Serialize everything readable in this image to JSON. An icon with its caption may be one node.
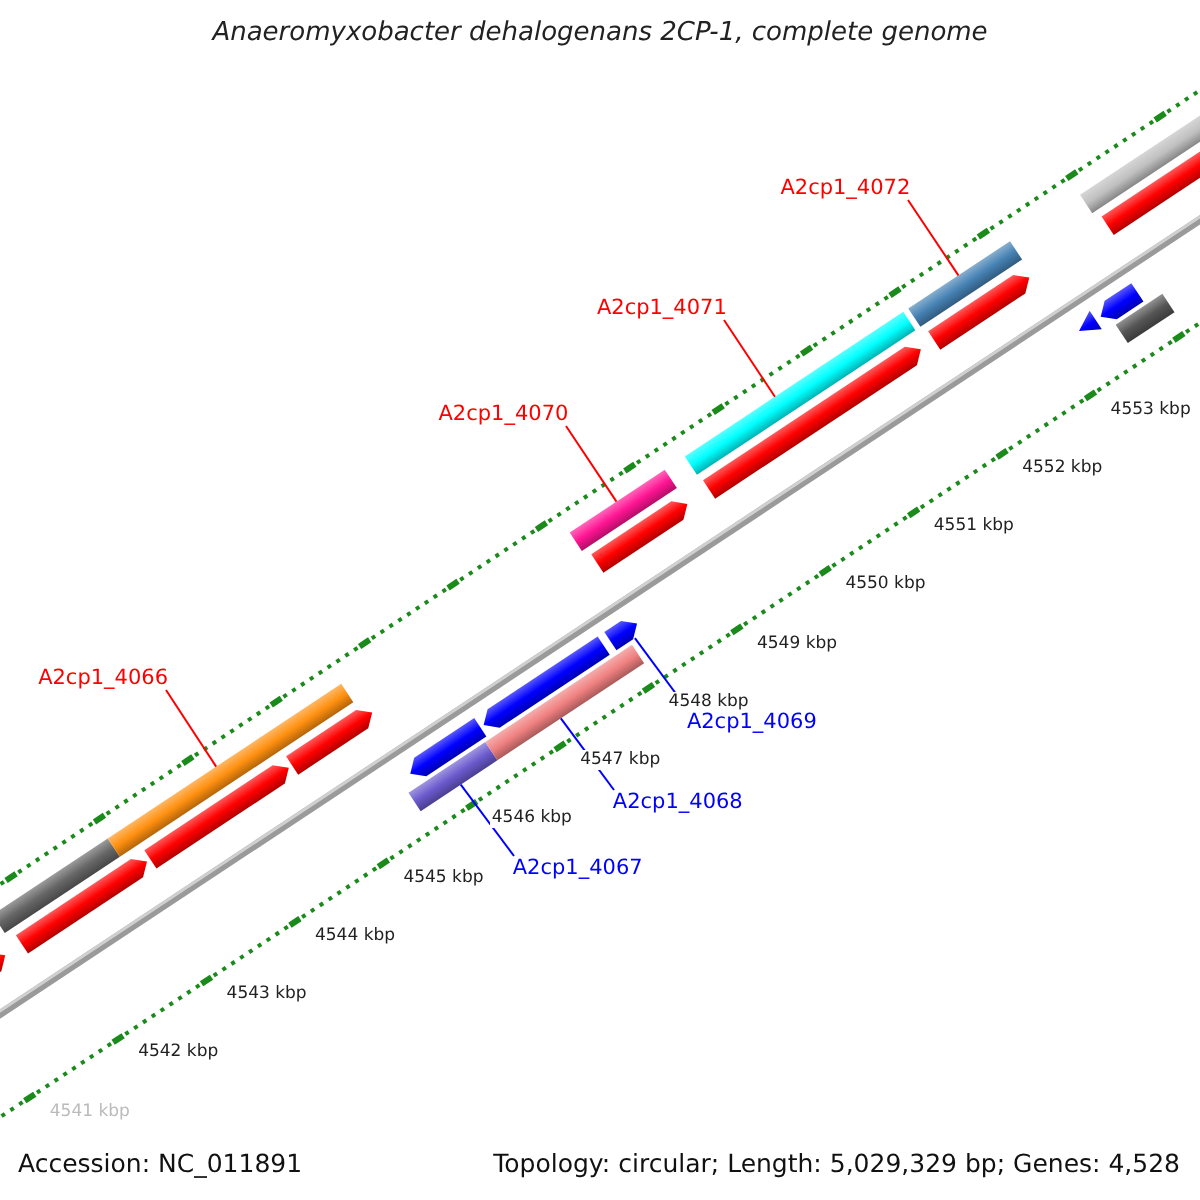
{
  "diagram": {
    "title": "Anaeromyxobacter dehalogenans 2CP-1, complete genome",
    "nodes": [
      {
        "text": [
          "A2cp1_4072"
        ]
      },
      {
        "text": [
          "A2cp1_4071"
        ]
      },
      {
        "text": [
          "A2cp1_4070"
        ]
      },
      {
        "text": [
          "A2cp1_4066"
        ]
      },
      {
        "text": [
          "A2cp1_4069"
        ]
      },
      {
        "text": [
          "A2cp1_4068"
        ]
      },
      {
        "text": [
          "A2cp1_4067"
        ]
      },
      {
        "text": [],
        "shape": "arrow"
      },
      {
        "text": [],
        "shape": "bar"
      },
      {
        "text": [],
        "shape": "arrow"
      },
      {
        "text": [],
        "shape": "bar"
      },
      {
        "text": [],
        "shape": "arrow"
      },
      {
        "text": [],
        "shape": "arrow"
      },
      {
        "text": [],
        "shape": "bar"
      },
      {
        "text": [],
        "shape": "arrow"
      },
      {
        "text": [],
        "shape": "bar"
      },
      {
        "text": [],
        "shape": "arrow"
      },
      {
        "text": [],
        "shape": "arrow"
      },
      {
        "text": [],
        "shape": "bar"
      },
      {
        "text": [],
        "shape": "arrow"
      },
      {
        "text": [],
        "shape": "bar"
      },
      {
        "text": [],
        "shape": "arrow"
      },
      {
        "text": [],
        "shape": "bar"
      },
      {
        "text": [],
        "shape": "arrow"
      },
      {
        "text": [],
        "shape": "triangle"
      },
      {
        "text": [],
        "shape": "arrow"
      },
      {
        "text": [],
        "shape": "bar"
      },
      {
        "text": [],
        "shape": "bar"
      },
      {
        "text": [],
        "shape": "arrow"
      }
    ],
    "edges": [
      {
        "from": 0,
        "to": 22,
        "arrow": "none"
      },
      {
        "from": 1,
        "to": 20,
        "arrow": "none"
      },
      {
        "from": 2,
        "to": 18,
        "arrow": "none"
      },
      {
        "from": 3,
        "to": 10,
        "arrow": "none"
      },
      {
        "from": 4,
        "to": 17,
        "arrow": "none",
        "color": "#0000ff"
      },
      {
        "from": 5,
        "to": 15,
        "arrow": "none",
        "color": "#0000ff"
      },
      {
        "from": 6,
        "to": 13,
        "arrow": "none",
        "color": "#0000ff"
      }
    ],
    "labels": [
      "4553 kbp",
      "4552 kbp",
      "4551 kbp",
      "4550 kbp",
      "4549 kbp",
      "4548 kbp",
      "4547 kbp",
      "4546 kbp",
      "4545 kbp",
      "4544 kbp",
      "4543 kbp",
      "4542 kbp",
      "4541 kbp",
      "Accession: NC_011891",
      "Topology: circular; Length: 5,029,329 bp; Genes: 4,528"
    ]
  }
}
